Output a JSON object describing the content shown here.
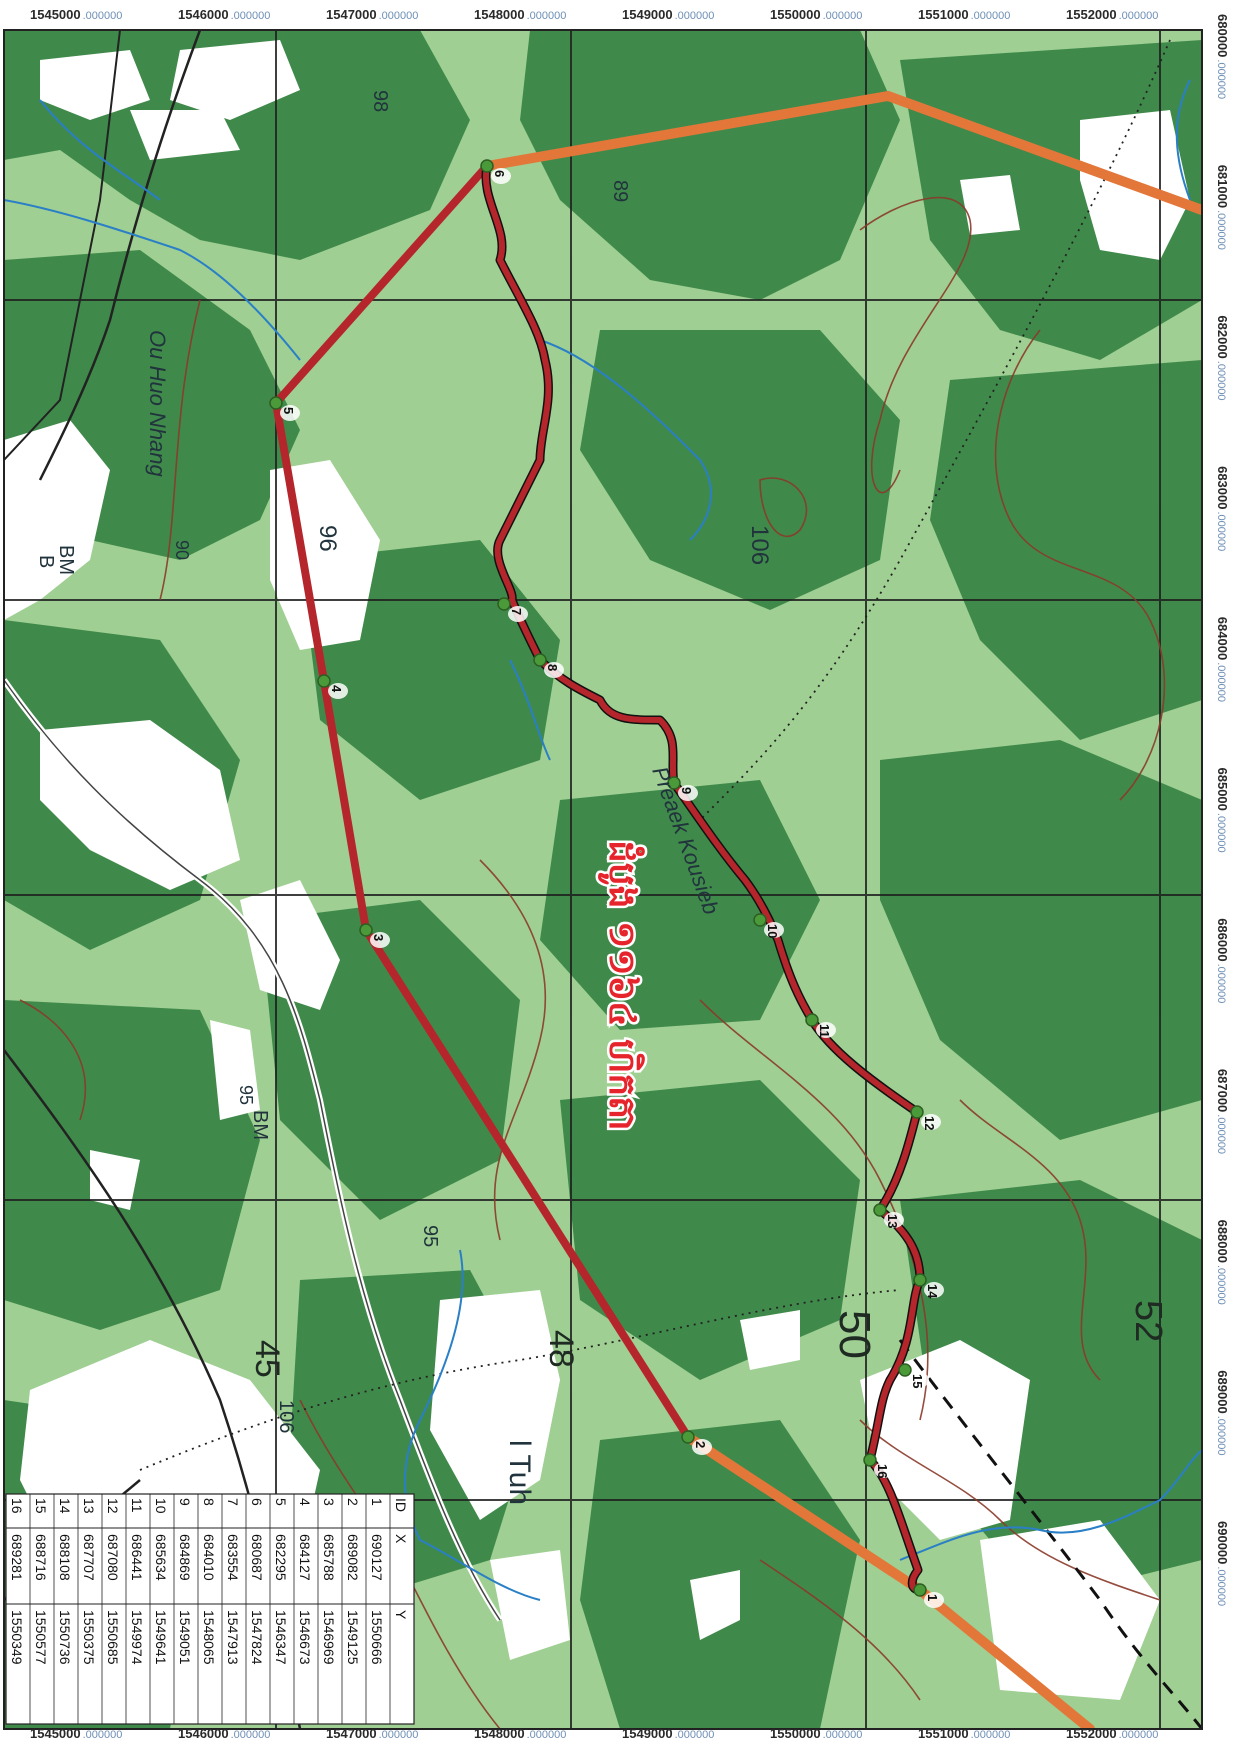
{
  "map": {
    "title": "ដំបូង ១១៦៤ ហិកតា",
    "x_ticks": [
      {
        "main": "1545000",
        "dec": ".000000"
      },
      {
        "main": "1546000",
        "dec": ".000000"
      },
      {
        "main": "1547000",
        "dec": ".000000"
      },
      {
        "main": "1548000",
        "dec": ".000000"
      },
      {
        "main": "1549000",
        "dec": ".000000"
      },
      {
        "main": "1550000",
        "dec": ".000000"
      },
      {
        "main": "1551000",
        "dec": ".000000"
      },
      {
        "main": "1552000",
        "dec": ".000000"
      }
    ],
    "y_ticks": [
      {
        "main": "680000",
        "dec": ".000000"
      },
      {
        "main": "681000",
        "dec": ".000000"
      },
      {
        "main": "682000",
        "dec": ".000000"
      },
      {
        "main": "683000",
        "dec": ".000000"
      },
      {
        "main": "684000",
        "dec": ".000000"
      },
      {
        "main": "685000",
        "dec": ".000000"
      },
      {
        "main": "686000",
        "dec": ".000000"
      },
      {
        "main": "687000",
        "dec": ".000000"
      },
      {
        "main": "688000",
        "dec": ".000000"
      },
      {
        "main": "689000",
        "dec": ".000000"
      },
      {
        "main": "690000",
        "dec": ".000000"
      }
    ],
    "place_labels": {
      "river_ou_huo_nhang": "Ou Huo Nhang",
      "river_preaek_kousieb": "Preaek Kousieb",
      "village_tuh": "l Tuh",
      "bm_1": "BM",
      "bm_1b": "B",
      "bm_2": "BM",
      "elev_98": "98",
      "elev_89": "89",
      "elev_96": "96",
      "elev_106a": "106",
      "elev_95a": "95",
      "elev_95b": "95",
      "elev_106b": "106",
      "contour_90": "90",
      "grid_45": "45",
      "grid_48": "48",
      "grid_50": "50",
      "grid_52": "52"
    },
    "colors": {
      "boundary_red": "#b5262c",
      "boundary_orange": "#e3773a",
      "title_red": "#e6242b",
      "forest_dark": "#3f8a4a",
      "forest_light": "#9fcf92",
      "river": "#2a7fc6",
      "contour": "#8a3a2a"
    },
    "points_table": {
      "headers": [
        "ID",
        "X",
        "Y"
      ],
      "rows": [
        [
          "1",
          "690127",
          "1550666"
        ],
        [
          "2",
          "689082",
          "1549125"
        ],
        [
          "3",
          "685788",
          "1546969"
        ],
        [
          "4",
          "684127",
          "1546673"
        ],
        [
          "5",
          "682295",
          "1546347"
        ],
        [
          "6",
          "680687",
          "1547824"
        ],
        [
          "7",
          "683554",
          "1547913"
        ],
        [
          "8",
          "684010",
          "1548065"
        ],
        [
          "9",
          "684869",
          "1549051"
        ],
        [
          "10",
          "685634",
          "1549641"
        ],
        [
          "11",
          "686441",
          "1549974"
        ],
        [
          "12",
          "687080",
          "1550685"
        ],
        [
          "13",
          "687707",
          "1550375"
        ],
        [
          "14",
          "688108",
          "1550736"
        ],
        [
          "15",
          "688716",
          "1550577"
        ],
        [
          "16",
          "689281",
          "1550349"
        ]
      ]
    }
  }
}
